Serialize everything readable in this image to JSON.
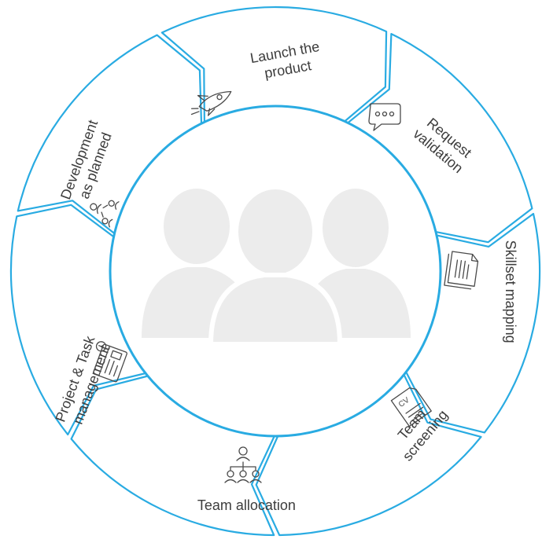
{
  "diagram": {
    "center_icon": "team-people-icon",
    "accent_color": "#29abe2",
    "steps": [
      {
        "id": "launch",
        "lines": [
          "Launch the",
          "product"
        ],
        "icon": "rocket-icon"
      },
      {
        "id": "request",
        "lines": [
          "Request",
          "validation"
        ],
        "icon": "chat-bubble-icon"
      },
      {
        "id": "skillset",
        "lines": [
          "Skillset mapping"
        ],
        "icon": "document-icon"
      },
      {
        "id": "screening",
        "lines": [
          "Team",
          "screening"
        ],
        "icon": "cv-document-icon"
      },
      {
        "id": "allocation",
        "lines": [
          "Team allocation"
        ],
        "icon": "org-chart-icon"
      },
      {
        "id": "project",
        "lines": [
          "Project & Task",
          "management"
        ],
        "icon": "task-board-icon"
      },
      {
        "id": "development",
        "lines": [
          "Development",
          "as planned"
        ],
        "icon": "workflow-icon"
      }
    ]
  }
}
